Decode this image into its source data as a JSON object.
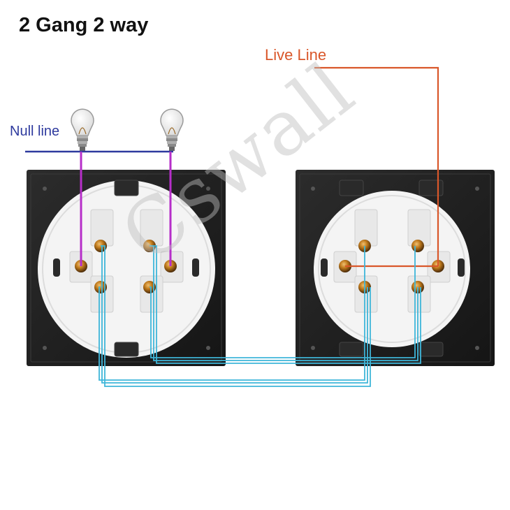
{
  "title": "2 Gang 2 way",
  "labels": {
    "null_line": "Null line",
    "live_line": "Live Line"
  },
  "watermark": "Cswall",
  "colors": {
    "null_wire": "#2e3a9e",
    "live_wire": "#d9572a",
    "lamp_wire": "#b62ec9",
    "traveler_wire": "#3fb6d9",
    "switch_plate": "#202020",
    "socket_body": "#f3f3f3",
    "terminal": "#b8741a"
  },
  "components": {
    "bulbs": [
      "light-bulb-1",
      "light-bulb-2"
    ],
    "switches": [
      "left-switch",
      "right-switch"
    ]
  }
}
